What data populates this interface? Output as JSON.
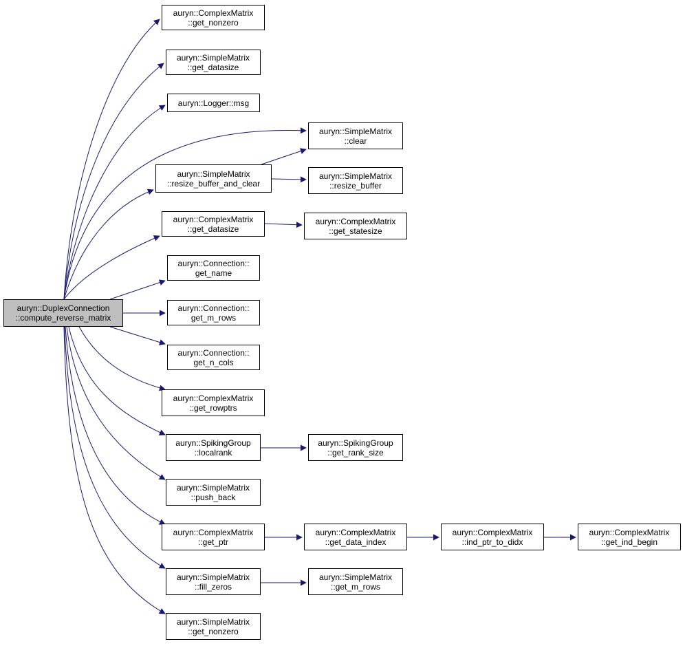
{
  "colors": {
    "edge": "#191970",
    "node_border": "#000000",
    "root_fill": "#bfbfbf",
    "node_fill": "#ffffff"
  },
  "nodes": {
    "root": {
      "line1": "auryn::DuplexConnection",
      "line2": "::compute_reverse_matrix"
    },
    "cm_get_nonzero": {
      "line1": "auryn::ComplexMatrix",
      "line2": "::get_nonzero"
    },
    "sm_get_datasize": {
      "line1": "auryn::SimpleMatrix",
      "line2": "::get_datasize"
    },
    "logger_msg": {
      "line1": "auryn::Logger::msg",
      "line2": ""
    },
    "sm_clear": {
      "line1": "auryn::SimpleMatrix",
      "line2": "::clear"
    },
    "sm_resize_buffer_and_clear": {
      "line1": "auryn::SimpleMatrix",
      "line2": "::resize_buffer_and_clear"
    },
    "sm_resize_buffer": {
      "line1": "auryn::SimpleMatrix",
      "line2": "::resize_buffer"
    },
    "cm_get_datasize": {
      "line1": "auryn::ComplexMatrix",
      "line2": "::get_datasize"
    },
    "cm_get_statesize": {
      "line1": "auryn::ComplexMatrix",
      "line2": "::get_statesize"
    },
    "conn_get_name": {
      "line1": "auryn::Connection::",
      "line2": "get_name"
    },
    "conn_get_m_rows": {
      "line1": "auryn::Connection::",
      "line2": "get_m_rows"
    },
    "conn_get_n_cols": {
      "line1": "auryn::Connection::",
      "line2": "get_n_cols"
    },
    "cm_get_rowptrs": {
      "line1": "auryn::ComplexMatrix",
      "line2": "::get_rowptrs"
    },
    "sg_localrank": {
      "line1": "auryn::SpikingGroup",
      "line2": "::localrank"
    },
    "sg_get_rank_size": {
      "line1": "auryn::SpikingGroup",
      "line2": "::get_rank_size"
    },
    "sm_push_back": {
      "line1": "auryn::SimpleMatrix",
      "line2": "::push_back"
    },
    "cm_get_ptr": {
      "line1": "auryn::ComplexMatrix",
      "line2": "::get_ptr"
    },
    "cm_get_data_index": {
      "line1": "auryn::ComplexMatrix",
      "line2": "::get_data_index"
    },
    "cm_ind_ptr_to_didx": {
      "line1": "auryn::ComplexMatrix",
      "line2": "::ind_ptr_to_didx"
    },
    "cm_get_ind_begin": {
      "line1": "auryn::ComplexMatrix",
      "line2": "::get_ind_begin"
    },
    "sm_fill_zeros": {
      "line1": "auryn::SimpleMatrix",
      "line2": "::fill_zeros"
    },
    "sm_get_m_rows": {
      "line1": "auryn::SimpleMatrix",
      "line2": "::get_m_rows"
    },
    "sm_get_nonzero": {
      "line1": "auryn::SimpleMatrix",
      "line2": "::get_nonzero"
    }
  },
  "edges": [
    [
      "root",
      "cm_get_nonzero"
    ],
    [
      "root",
      "sm_get_datasize"
    ],
    [
      "root",
      "logger_msg"
    ],
    [
      "root",
      "sm_clear"
    ],
    [
      "root",
      "sm_resize_buffer_and_clear"
    ],
    [
      "root",
      "cm_get_datasize"
    ],
    [
      "root",
      "conn_get_name"
    ],
    [
      "root",
      "conn_get_m_rows"
    ],
    [
      "root",
      "conn_get_n_cols"
    ],
    [
      "root",
      "cm_get_rowptrs"
    ],
    [
      "root",
      "sg_localrank"
    ],
    [
      "root",
      "sm_push_back"
    ],
    [
      "root",
      "cm_get_ptr"
    ],
    [
      "root",
      "sm_fill_zeros"
    ],
    [
      "root",
      "sm_get_nonzero"
    ],
    [
      "sm_resize_buffer_and_clear",
      "sm_clear"
    ],
    [
      "sm_resize_buffer_and_clear",
      "sm_resize_buffer"
    ],
    [
      "cm_get_datasize",
      "cm_get_statesize"
    ],
    [
      "sg_localrank",
      "sg_get_rank_size"
    ],
    [
      "cm_get_ptr",
      "cm_get_data_index"
    ],
    [
      "cm_get_data_index",
      "cm_ind_ptr_to_didx"
    ],
    [
      "cm_ind_ptr_to_didx",
      "cm_get_ind_begin"
    ],
    [
      "sm_fill_zeros",
      "sm_get_m_rows"
    ]
  ]
}
